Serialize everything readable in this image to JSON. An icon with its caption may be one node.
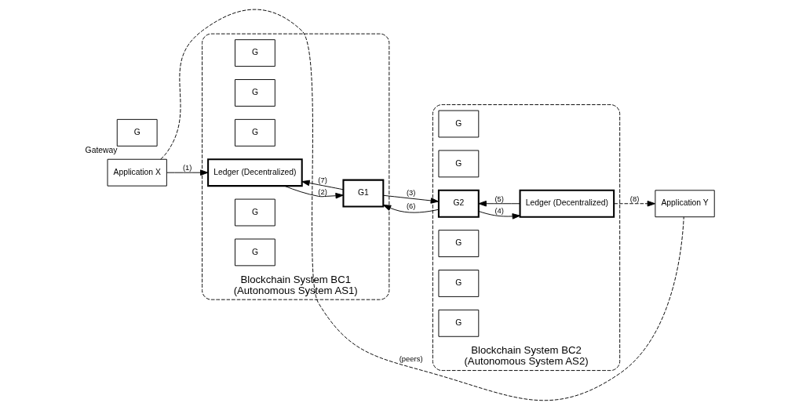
{
  "diagram": {
    "nodes": [
      {
        "text": [
          "Application X"
        ]
      },
      {
        "text": [
          "Application Y"
        ]
      },
      {
        "text": [
          "Blockchain System BC1",
          "(Autonomous System AS1)"
        ]
      },
      {
        "text": [
          "G"
        ],
        "in": 2
      },
      {
        "text": [
          "G"
        ],
        "in": 2
      },
      {
        "text": [
          "G"
        ],
        "in": 2
      },
      {
        "text": [
          "Ledger (Decentralized)"
        ],
        "in": 2
      },
      {
        "text": [
          "G1"
        ],
        "in": 2
      },
      {
        "text": [
          "G"
        ],
        "in": 2
      },
      {
        "text": [
          "G"
        ],
        "in": 2
      },
      {
        "text": [
          "Blockchain System BC2",
          "(Autonomous System AS2)"
        ]
      },
      {
        "text": [
          "G"
        ],
        "in": 10
      },
      {
        "text": [
          "G"
        ],
        "in": 10
      },
      {
        "text": [
          "G2"
        ],
        "in": 10
      },
      {
        "text": [
          "Ledger (Decentralized)"
        ],
        "in": 10
      },
      {
        "text": [
          "G"
        ],
        "in": 10
      },
      {
        "text": [
          "G"
        ],
        "in": 10
      },
      {
        "text": [
          "G"
        ],
        "in": 10
      },
      {
        "text": [
          "G"
        ],
        "beside": [
          "Gateway"
        ]
      }
    ],
    "edges": [
      {
        "from": 0,
        "to": 1,
        "arrow": "none",
        "label": "(peers)",
        "style": "dashed"
      },
      {
        "from": 0,
        "to": 6,
        "arrow": "to",
        "label": "(1)"
      },
      {
        "from": 6,
        "to": 7,
        "arrow": "to",
        "label": "(2)"
      },
      {
        "from": 7,
        "to": 13,
        "arrow": "to",
        "label": "(3)"
      },
      {
        "from": 13,
        "to": 14,
        "arrow": "to",
        "label": "(4)"
      },
      {
        "from": 14,
        "to": 13,
        "arrow": "to",
        "label": "(5)"
      },
      {
        "from": 13,
        "to": 7,
        "arrow": "to",
        "label": "(6)"
      },
      {
        "from": 7,
        "to": 6,
        "arrow": "to",
        "label": "(7)"
      },
      {
        "from": 14,
        "to": 1,
        "arrow": "to",
        "label": "(8)",
        "style": "dashed"
      }
    ]
  }
}
